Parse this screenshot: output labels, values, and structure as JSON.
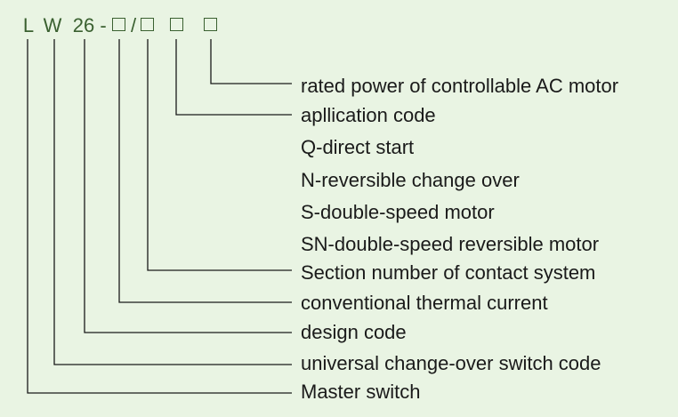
{
  "code": {
    "letter1": "L",
    "letter2": "W",
    "number": "26",
    "dash": "-",
    "slash": "/"
  },
  "descriptions": {
    "rated_power": "rated power of controllable AC motor",
    "application_code": "apllication code",
    "q_option": "Q-direct start",
    "n_option": "N-reversible change over",
    "s_option": "S-double-speed motor",
    "sn_option": "SN-double-speed reversible motor",
    "section_number": "Section number of contact system",
    "thermal_current": "conventional thermal current",
    "design_code": "design code",
    "switch_code": "universal change-over switch code",
    "master_switch": "Master switch"
  },
  "colors": {
    "background": "#e9f4e3",
    "code_text": "#3a6030",
    "line": "#1a1a1a"
  }
}
